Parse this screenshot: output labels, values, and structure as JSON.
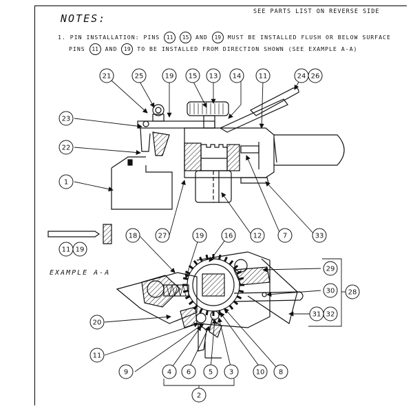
{
  "header": {
    "parts_list_note": "SEE PARTS LIST ON REVERSE SIDE"
  },
  "notes": {
    "title": "NOTES:",
    "line1": {
      "a": "1. PIN INSTALLATION: PINS",
      "p1": "11",
      "p2": "15",
      "b": "AND",
      "p3": "19",
      "c": "MUST BE INSTALLED FLUSH OR BELOW SURFACE"
    },
    "line2": {
      "a": "PINS",
      "p1": "11",
      "b": "AND",
      "p2": "19",
      "c": "TO BE INSTALLED FROM DIRECTION SHOWN (SEE EXAMPLE A-A)"
    }
  },
  "example_label": "EXAMPLE A-A",
  "callouts": [
    {
      "id": "c21",
      "label": "21"
    },
    {
      "id": "c25",
      "label": "25"
    },
    {
      "id": "c19a",
      "label": "19"
    },
    {
      "id": "c15",
      "label": "15"
    },
    {
      "id": "c13",
      "label": "13"
    },
    {
      "id": "c14",
      "label": "14"
    },
    {
      "id": "c11a",
      "label": "11"
    },
    {
      "id": "c24",
      "label": "24"
    },
    {
      "id": "c26",
      "label": "26"
    },
    {
      "id": "c23",
      "label": "23"
    },
    {
      "id": "c22",
      "label": "22"
    },
    {
      "id": "c1",
      "label": "1"
    },
    {
      "id": "c11b",
      "label": "11"
    },
    {
      "id": "c19b",
      "label": "19"
    },
    {
      "id": "c18",
      "label": "18"
    },
    {
      "id": "c27",
      "label": "27"
    },
    {
      "id": "c19c",
      "label": "19"
    },
    {
      "id": "c16",
      "label": "16"
    },
    {
      "id": "c12",
      "label": "12"
    },
    {
      "id": "c7",
      "label": "7"
    },
    {
      "id": "c33",
      "label": "33"
    },
    {
      "id": "c29",
      "label": "29"
    },
    {
      "id": "c30",
      "label": "30"
    },
    {
      "id": "c28",
      "label": "28"
    },
    {
      "id": "c31",
      "label": "31"
    },
    {
      "id": "c32",
      "label": "32"
    },
    {
      "id": "c20",
      "label": "20"
    },
    {
      "id": "c11c",
      "label": "11"
    },
    {
      "id": "c9",
      "label": "9"
    },
    {
      "id": "c4",
      "label": "4"
    },
    {
      "id": "c6",
      "label": "6"
    },
    {
      "id": "c5",
      "label": "5"
    },
    {
      "id": "c3",
      "label": "3"
    },
    {
      "id": "c10",
      "label": "10"
    },
    {
      "id": "c8",
      "label": "8"
    },
    {
      "id": "c2",
      "label": "2"
    }
  ]
}
